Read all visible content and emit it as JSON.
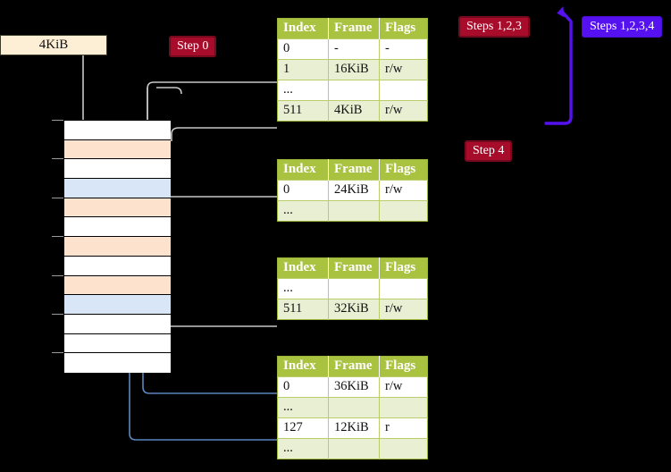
{
  "source": {
    "label": "4KiB"
  },
  "badges": [
    {
      "id": "step0",
      "label": "Step 0",
      "color": "#a80c2b"
    },
    {
      "id": "step4",
      "label": "Step 4",
      "color": "#a80c2b"
    },
    {
      "id": "s123",
      "label": "Steps 1,2,3",
      "color": "#a80c2b"
    },
    {
      "id": "s1234",
      "label": "Steps 1,2,3,4",
      "color": "#5511f0"
    }
  ],
  "columns": {
    "index": "Index",
    "frame": "Frame",
    "flags": "Flags"
  },
  "tables": [
    {
      "id": "pt0",
      "rows": [
        {
          "index": "0",
          "frame": "-",
          "flags": "-",
          "alt": false,
          "highlight": false
        },
        {
          "index": "1",
          "frame": "16KiB",
          "flags": "r/w",
          "alt": true,
          "highlight": false
        },
        {
          "index": "...",
          "frame": "",
          "flags": "",
          "alt": false,
          "highlight": false
        },
        {
          "index": "511",
          "frame": "4KiB",
          "flags": "r/w",
          "alt": true,
          "highlight": true
        }
      ]
    },
    {
      "id": "pt1",
      "rows": [
        {
          "index": "0",
          "frame": "24KiB",
          "flags": "r/w",
          "alt": false,
          "highlight": false
        },
        {
          "index": "...",
          "frame": "",
          "flags": "",
          "alt": true,
          "highlight": false
        }
      ]
    },
    {
      "id": "pt2",
      "rows": [
        {
          "index": "...",
          "frame": "",
          "flags": "",
          "alt": false,
          "highlight": false
        },
        {
          "index": "511",
          "frame": "32KiB",
          "flags": "r/w",
          "alt": true,
          "highlight": false
        }
      ]
    },
    {
      "id": "pt3",
      "rows": [
        {
          "index": "0",
          "frame": "36KiB",
          "flags": "r/w",
          "alt": false,
          "highlight": false
        },
        {
          "index": "...",
          "frame": "",
          "flags": "",
          "alt": true,
          "highlight": false
        },
        {
          "index": "127",
          "frame": "12KiB",
          "flags": "r",
          "alt": false,
          "highlight": false
        },
        {
          "index": "...",
          "frame": "",
          "flags": "",
          "alt": true,
          "highlight": false
        }
      ]
    }
  ],
  "memory": {
    "rows": [
      {
        "fill": "white"
      },
      {
        "fill": "orange"
      },
      {
        "fill": "white"
      },
      {
        "fill": "blue"
      },
      {
        "fill": "orange"
      },
      {
        "fill": "white"
      },
      {
        "fill": "orange"
      },
      {
        "fill": "white"
      },
      {
        "fill": "orange"
      },
      {
        "fill": "blue"
      },
      {
        "fill": "white"
      },
      {
        "fill": "white"
      },
      {
        "fill": "white"
      }
    ],
    "colors": {
      "orange": "#fde3cd",
      "blue": "#d9e6f7",
      "white": "#ffffff"
    }
  },
  "connectors": {
    "gray": "#c8c8c8",
    "blue": "#5b86bf",
    "purple": "#5511f0"
  }
}
